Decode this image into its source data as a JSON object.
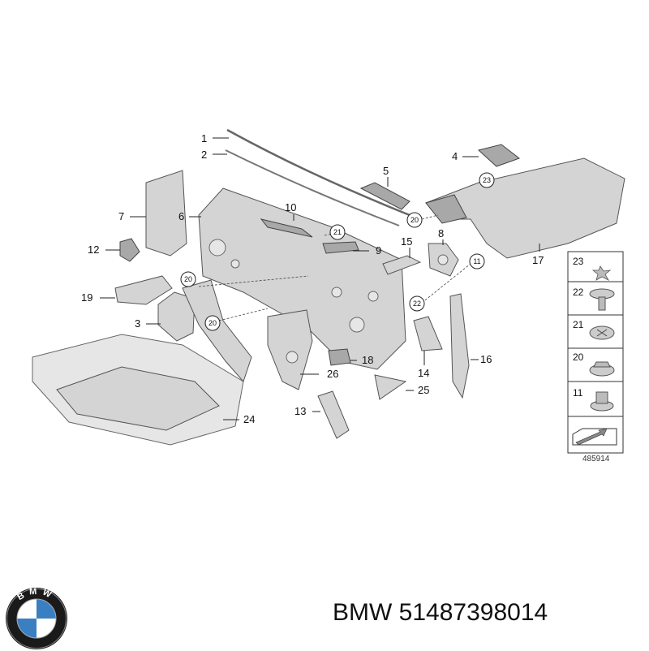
{
  "diagram": {
    "callouts": [
      "1",
      "2",
      "3",
      "4",
      "5",
      "6",
      "7",
      "8",
      "9",
      "10",
      "12",
      "13",
      "14",
      "15",
      "16",
      "17",
      "18",
      "19",
      "24",
      "25",
      "26"
    ],
    "circled_callouts": [
      "20",
      "21",
      "22",
      "23",
      "11"
    ],
    "legend": [
      "23",
      "22",
      "21",
      "20",
      "11"
    ],
    "ref_number": "485914"
  },
  "footer": {
    "brand": "BMW",
    "part_number": "51487398014",
    "logo_letters": "BMW"
  },
  "colors": {
    "part_gray": "#d4d4d4",
    "logo_blue": "#3a7fc1",
    "logo_black": "#1a1a1a"
  }
}
